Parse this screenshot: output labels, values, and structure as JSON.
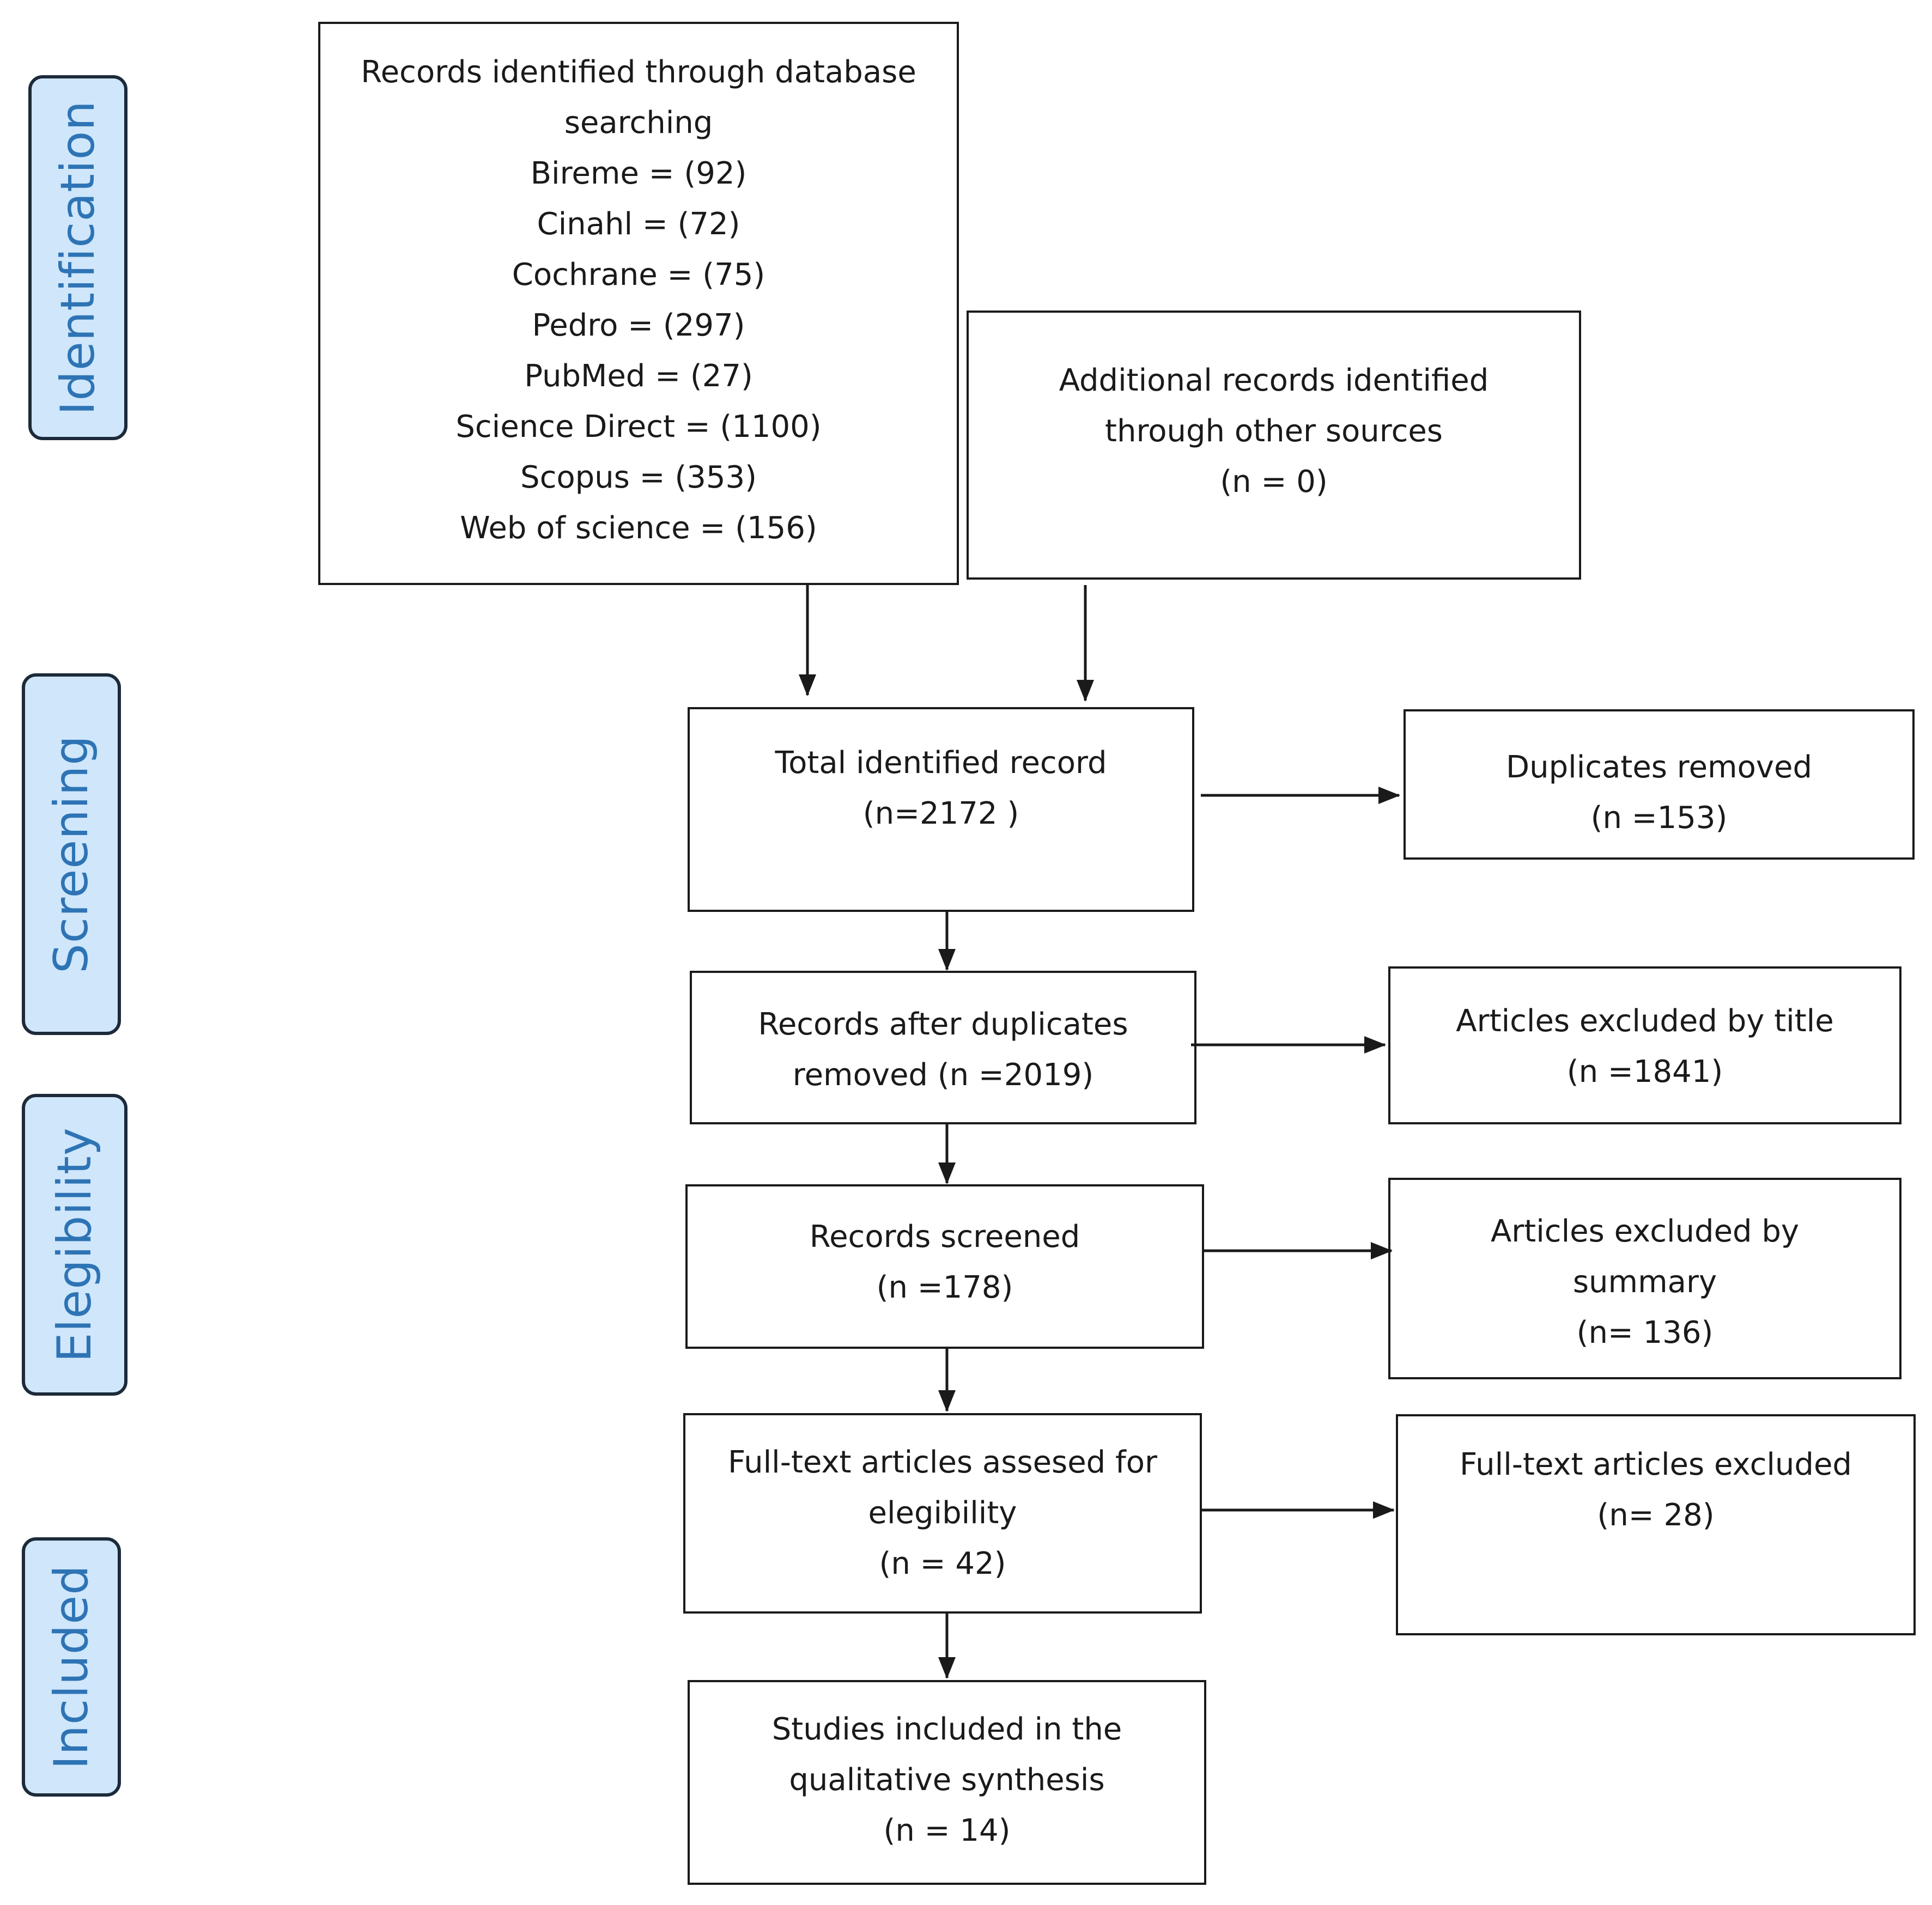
{
  "stages": {
    "identification": "Identification",
    "screening": "Screening",
    "eligibility": "Elegibility",
    "included": "Included"
  },
  "boxes": {
    "database": {
      "lines": [
        "Records identified through database",
        "searching",
        "Bireme = (92)",
        "Cinahl = (72)",
        "Cochrane = (75)",
        "Pedro = (297)",
        "PubMed = (27)",
        "Science Direct = (1100)",
        "Scopus = (353)",
        "Web of science = (156)"
      ]
    },
    "other_sources": {
      "lines": [
        "Additional records identified",
        "through other sources",
        "(n = 0)"
      ]
    },
    "total": {
      "lines": [
        "Total identified record",
        "(n=2172 )"
      ]
    },
    "duplicates": {
      "lines": [
        "Duplicates removed",
        "(n =153)"
      ]
    },
    "after_duplicates": {
      "lines": [
        "Records after duplicates",
        "removed (n =2019)"
      ]
    },
    "excluded_title": {
      "lines": [
        "Articles excluded by title",
        "(n =1841)"
      ]
    },
    "screened": {
      "lines": [
        "Records screened",
        "(n =178)"
      ]
    },
    "excluded_summary": {
      "lines": [
        "Articles excluded by",
        "summary",
        "(n= 136)"
      ]
    },
    "fulltext": {
      "lines": [
        "Full-text articles assesed for",
        "elegibility",
        "(n = 42)"
      ]
    },
    "fulltext_excluded": {
      "lines": [
        "Full-text articles excluded",
        "(n= 28)"
      ]
    },
    "included": {
      "lines": [
        "Studies included in the",
        "qualitative synthesis",
        "(n = 14)"
      ]
    }
  },
  "colors": {
    "stage_fill": "#cfe6fb",
    "stage_text": "#2e74b5",
    "stroke": "#1a1a1a"
  }
}
